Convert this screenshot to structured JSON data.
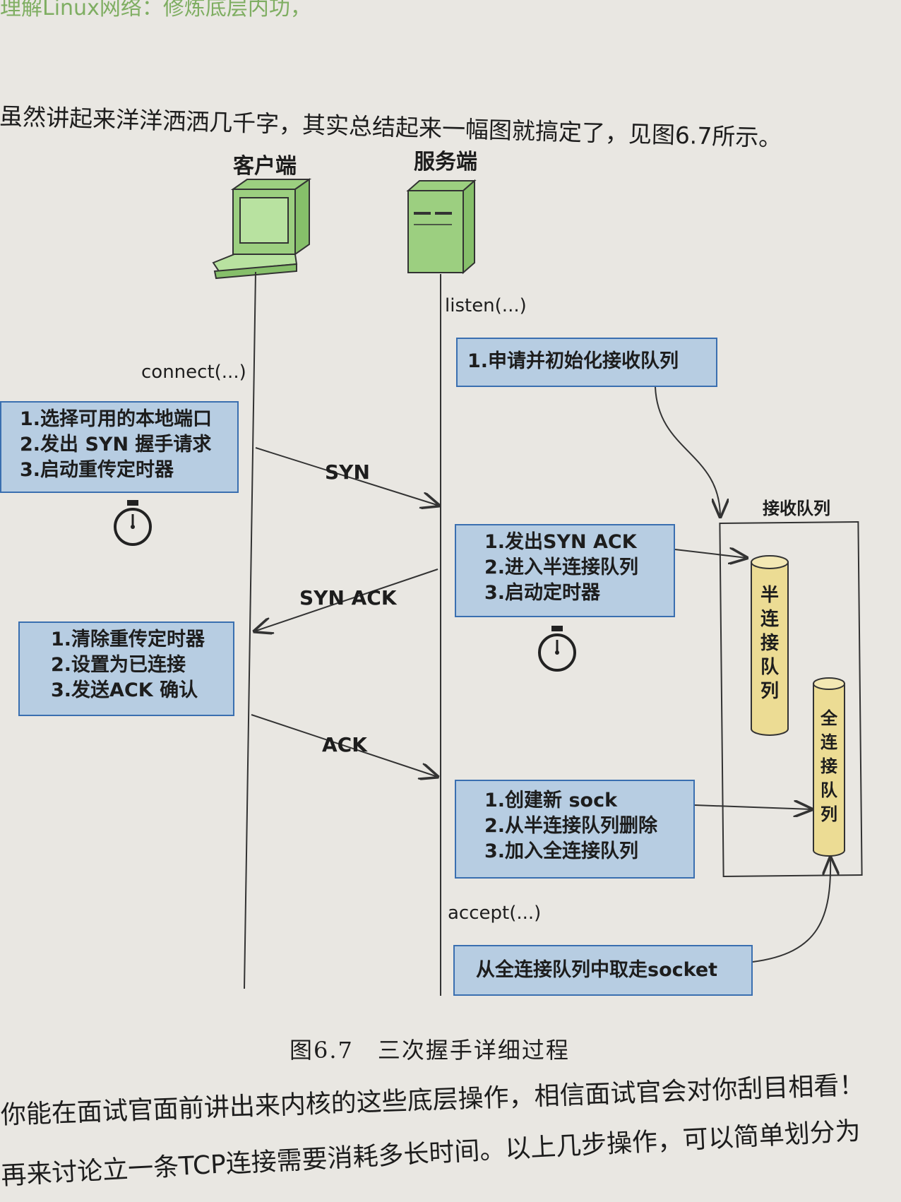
{
  "header": "理解Linux网络：修炼底层内功，",
  "intro": "虽然讲起来洋洋洒洒几千字，其实总结起来一幅图就搞定了，见图6.7所示。",
  "client_label": "客户端",
  "server_label": "服务端",
  "listen_call": "listen(...)",
  "connect_call": "connect(...)",
  "accept_call": "accept(...)",
  "server_box1": [
    "1.申请并初始化接收队列"
  ],
  "client_box1": [
    "1.选择可用的本地端口",
    "2.发出 SYN 握手请求",
    "3.启动重传定时器"
  ],
  "msg_syn": "SYN",
  "msg_synack": "SYN ACK",
  "msg_ack": "ACK",
  "server_box2": [
    "1.发出SYN ACK",
    "2.进入半连接队列",
    "3.启动定时器"
  ],
  "client_box2": [
    "1.清除重传定时器",
    "2.设置为已连接",
    "3.发送ACK 确认"
  ],
  "server_box3": [
    "1.创建新 sock",
    "2.从半连接队列删除",
    "3.加入全连接队列"
  ],
  "server_box4": [
    "从全连接队列中取走socket"
  ],
  "recv_queue_label": "接收队列",
  "half_queue": "半连接队列",
  "full_queue": "全连接队列",
  "caption": "图6.7　三次握手详细过程",
  "body_line1": "你能在面试官面前讲出来内核的这些底层操作，相信面试官会对你刮目相看！",
  "body_line2": "再来讨论立一条TCP连接需要消耗多长时间。以上几步操作，可以简单划分为"
}
